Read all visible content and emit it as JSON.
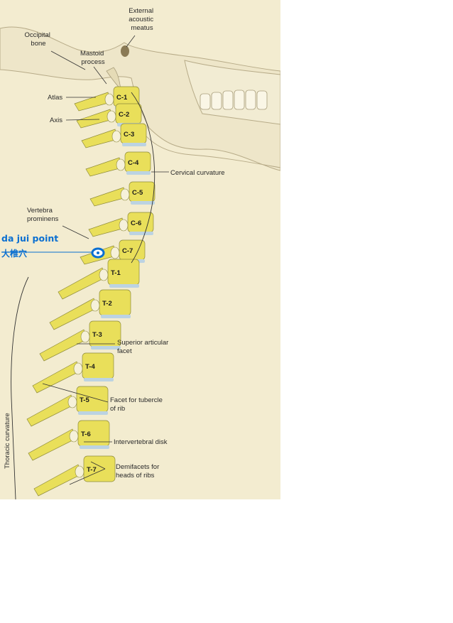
{
  "labels": {
    "occipital_bone": [
      "Occipital",
      "bone"
    ],
    "external_acoustic_meatus": [
      "External",
      "acoustic",
      "meatus"
    ],
    "mastoid_process": [
      "Mastoid",
      "process"
    ],
    "atlas": "Atlas",
    "axis": "Axis",
    "cervical_curvature": "Cervical curvature",
    "vertebra_prominens": [
      "Vertebra",
      "prominens"
    ],
    "superior_articular_facet": [
      "Superior articular",
      "facet"
    ],
    "facet_tubercle": [
      "Facet for tubercle",
      "of rib"
    ],
    "intervertebral_disk": "Intervertebral disk",
    "demifacets": [
      "Demifacets for",
      "heads of ribs"
    ],
    "thoracic_curvature": "Thoracic curvature"
  },
  "vertebrae": [
    "C-1",
    "C-2",
    "C-3",
    "C-4",
    "C-5",
    "C-6",
    "C-7",
    "T-1",
    "T-2",
    "T-3",
    "T-4",
    "T-5",
    "T-6",
    "T-7"
  ],
  "annotation": {
    "title": "da jui point",
    "chinese": "大椎穴"
  },
  "colors": {
    "paper": "#f3ecd0",
    "bone": "#eee6c9",
    "vertebra": "#e9df5a",
    "disk": "#bcd3e2",
    "annotation_blue": "#0a6fd1"
  }
}
